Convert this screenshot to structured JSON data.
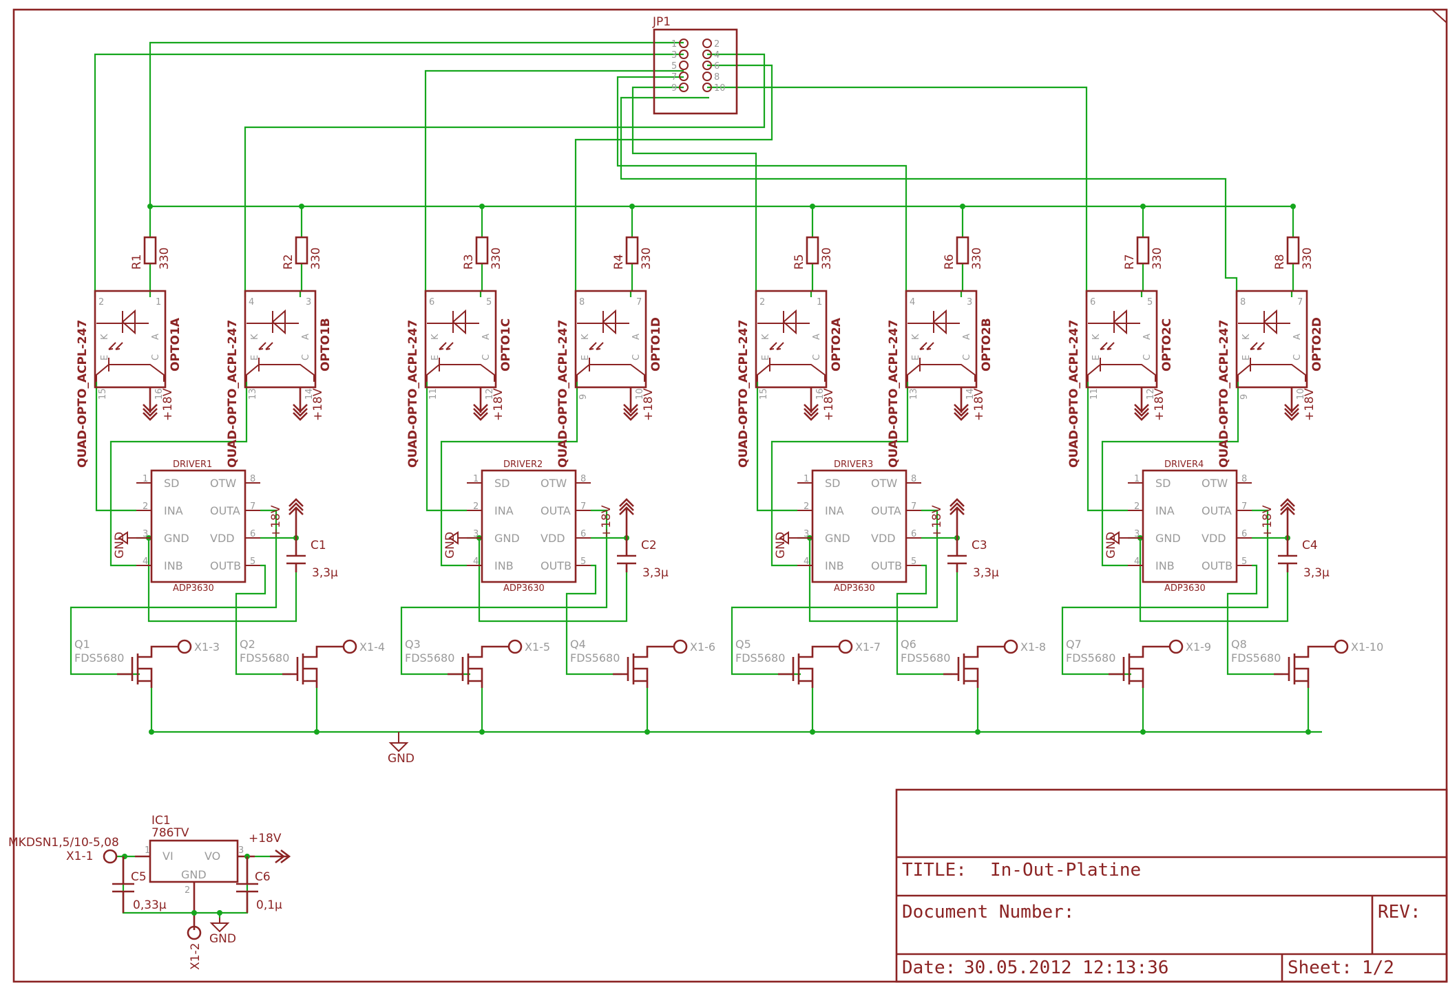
{
  "colors": {
    "component": "#8b2323",
    "wire": "#15a61d",
    "pin_text": "#9a9a9a",
    "background": "#ffffff"
  },
  "connector": {
    "ref": "JP1",
    "pins": [
      "1",
      "2",
      "3",
      "4",
      "5",
      "6",
      "7",
      "8",
      "9",
      "10"
    ]
  },
  "optos": [
    {
      "value": "QUAD-OPTO_ACPL-247",
      "ref": "OPTO1A",
      "led_a": "1",
      "led_k": "2",
      "tr_e": "15",
      "tr_c": "16"
    },
    {
      "value": "QUAD-OPTO_ACPL-247",
      "ref": "OPTO1B",
      "led_a": "3",
      "led_k": "4",
      "tr_e": "13",
      "tr_c": "14"
    },
    {
      "value": "QUAD-OPTO_ACPL-247",
      "ref": "OPTO1C",
      "led_a": "5",
      "led_k": "6",
      "tr_e": "11",
      "tr_c": "12"
    },
    {
      "value": "QUAD-OPTO_ACPL-247",
      "ref": "OPTO1D",
      "led_a": "7",
      "led_k": "8",
      "tr_e": "9",
      "tr_c": "10"
    },
    {
      "value": "QUAD-OPTO_ACPL-247",
      "ref": "OPTO2A",
      "led_a": "1",
      "led_k": "2",
      "tr_e": "15",
      "tr_c": "16"
    },
    {
      "value": "QUAD-OPTO_ACPL-247",
      "ref": "OPTO2B",
      "led_a": "3",
      "led_k": "4",
      "tr_e": "13",
      "tr_c": "14"
    },
    {
      "value": "QUAD-OPTO_ACPL-247",
      "ref": "OPTO2C",
      "led_a": "5",
      "led_k": "6",
      "tr_e": "11",
      "tr_c": "12"
    },
    {
      "value": "QUAD-OPTO_ACPL-247",
      "ref": "OPTO2D",
      "led_a": "7",
      "led_k": "8",
      "tr_e": "9",
      "tr_c": "10"
    }
  ],
  "opto_pin_letters": {
    "k": "K",
    "a": "A",
    "e": "E",
    "c": "C"
  },
  "resistors": [
    {
      "ref": "R1",
      "value": "330"
    },
    {
      "ref": "R2",
      "value": "330"
    },
    {
      "ref": "R3",
      "value": "330"
    },
    {
      "ref": "R4",
      "value": "330"
    },
    {
      "ref": "R5",
      "value": "330"
    },
    {
      "ref": "R6",
      "value": "330"
    },
    {
      "ref": "R7",
      "value": "330"
    },
    {
      "ref": "R8",
      "value": "330"
    }
  ],
  "drivers": [
    {
      "ref": "DRIVER1",
      "value": "ADP3630"
    },
    {
      "ref": "DRIVER2",
      "value": "ADP3630"
    },
    {
      "ref": "DRIVER3",
      "value": "ADP3630"
    },
    {
      "ref": "DRIVER4",
      "value": "ADP3630"
    }
  ],
  "driver_pins": [
    {
      "num": "1",
      "name": "SD"
    },
    {
      "num": "2",
      "name": "INA"
    },
    {
      "num": "3",
      "name": "GND"
    },
    {
      "num": "4",
      "name": "INB"
    },
    {
      "num": "8",
      "name": "OTW"
    },
    {
      "num": "7",
      "name": "OUTA"
    },
    {
      "num": "6",
      "name": "VDD"
    },
    {
      "num": "5",
      "name": "OUTB"
    }
  ],
  "caps": [
    {
      "ref": "C1",
      "value": "3,3µ"
    },
    {
      "ref": "C2",
      "value": "3,3µ"
    },
    {
      "ref": "C3",
      "value": "3,3µ"
    },
    {
      "ref": "C4",
      "value": "3,3µ"
    }
  ],
  "mosfets": [
    {
      "ref": "Q1",
      "value": "FDS5680",
      "terminal": "X1-3"
    },
    {
      "ref": "Q2",
      "value": "FDS5680",
      "terminal": "X1-4"
    },
    {
      "ref": "Q3",
      "value": "FDS5680",
      "terminal": "X1-5"
    },
    {
      "ref": "Q4",
      "value": "FDS5680",
      "terminal": "X1-6"
    },
    {
      "ref": "Q5",
      "value": "FDS5680",
      "terminal": "X1-7"
    },
    {
      "ref": "Q6",
      "value": "FDS5680",
      "terminal": "X1-8"
    },
    {
      "ref": "Q7",
      "value": "FDS5680",
      "terminal": "X1-9"
    },
    {
      "ref": "Q8",
      "value": "FDS5680",
      "terminal": "X1-10"
    }
  ],
  "supply": {
    "plus18": "+18V",
    "gnd": "GND"
  },
  "regulator": {
    "ic_ref": "IC1",
    "ic_value": "786TV",
    "pin_vi": "VI",
    "pin_vo": "VO",
    "pin_gnd": "GND",
    "pin1": "1",
    "pin2": "2",
    "pin3": "3",
    "connector_value": "MKDSN1,5/10-5,08",
    "x1_1": "X1-1",
    "x1_2": "X1-2",
    "c5_ref": "C5",
    "c5_value": "0,33µ",
    "c6_ref": "C6",
    "c6_value": "0,1µ",
    "out_label": "+18V",
    "gnd_label": "GND"
  },
  "title_block": {
    "title_label": "TITLE:",
    "title": "In-Out-Platine",
    "docnum_label": "Document Number:",
    "rev_label": "REV:",
    "date_label": "Date:",
    "date": "30.05.2012 12:13:36",
    "sheet_label": "Sheet:",
    "sheet": "1/2"
  }
}
